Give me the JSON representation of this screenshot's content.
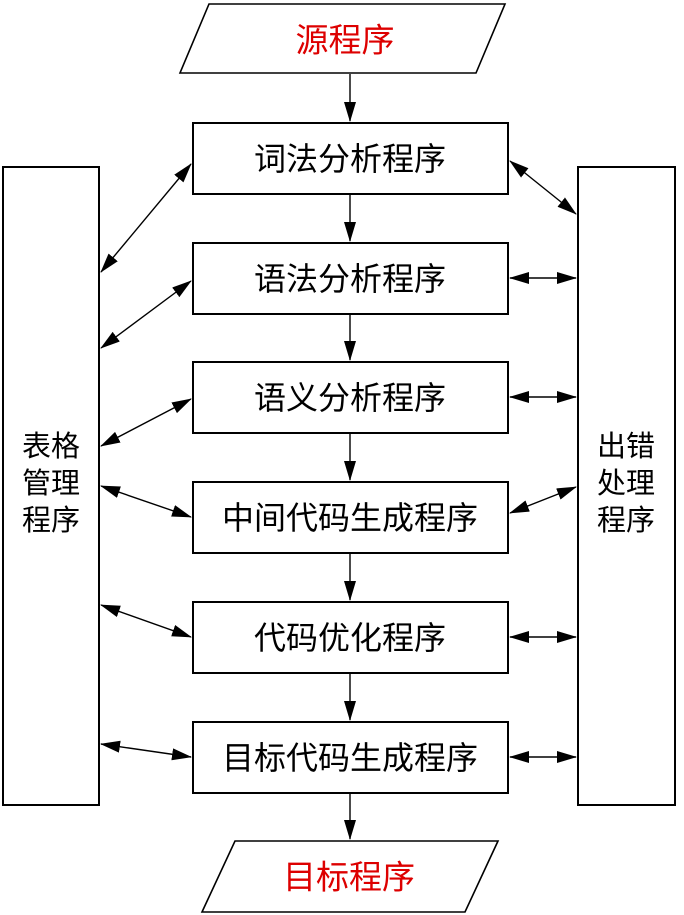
{
  "colors": {
    "line": "#000000",
    "box_fill": "#ffffff",
    "stage_text": "#000000",
    "terminal_text": "#dd0000",
    "background": "#ffffff"
  },
  "terminals": {
    "source": {
      "label": "源程序"
    },
    "target": {
      "label": "目标程序"
    }
  },
  "stages": [
    {
      "label": "词法分析程序"
    },
    {
      "label": "语法分析程序"
    },
    {
      "label": "语义分析程序"
    },
    {
      "label": "中间代码生成程序"
    },
    {
      "label": "代码优化程序"
    },
    {
      "label": "目标代码生成程序"
    }
  ],
  "side_panels": {
    "left": {
      "label": "表格管理程序",
      "lines": [
        "表格",
        "管理",
        "程序"
      ]
    },
    "right": {
      "label": "出错处理程序",
      "lines": [
        "出错",
        "处理",
        "程序"
      ]
    }
  }
}
